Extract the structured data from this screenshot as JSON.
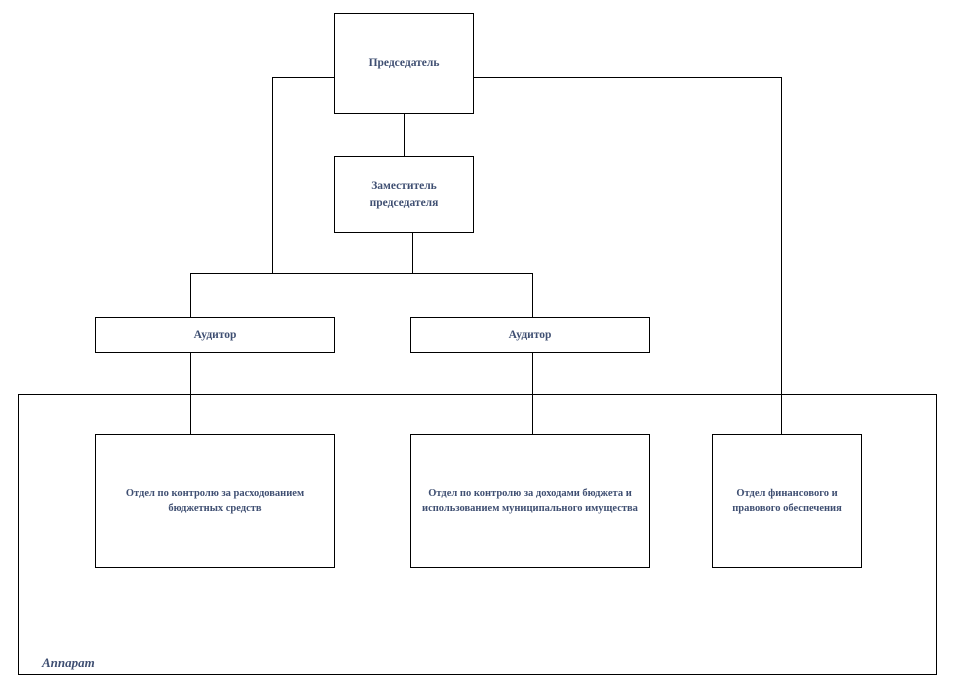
{
  "diagram": {
    "title_label": "Аппарат",
    "accent_color": "#3f4f72",
    "line_color": "#000000",
    "background_color": "#ffffff",
    "nodes": {
      "chairman": {
        "label": "Председатель"
      },
      "deputy": {
        "label": "Заместитель председателя"
      },
      "auditor_left": {
        "label": "Аудитор"
      },
      "auditor_right": {
        "label": "Аудитор"
      },
      "dept_expenditure": {
        "label": "Отдел по контролю за расходованием бюджетных средств"
      },
      "dept_revenue": {
        "label": "Отдел по контролю за доходами бюджета и использованием муниципального имущества"
      },
      "dept_legal": {
        "label": "Отдел финансового и правового обеспечения"
      }
    }
  }
}
